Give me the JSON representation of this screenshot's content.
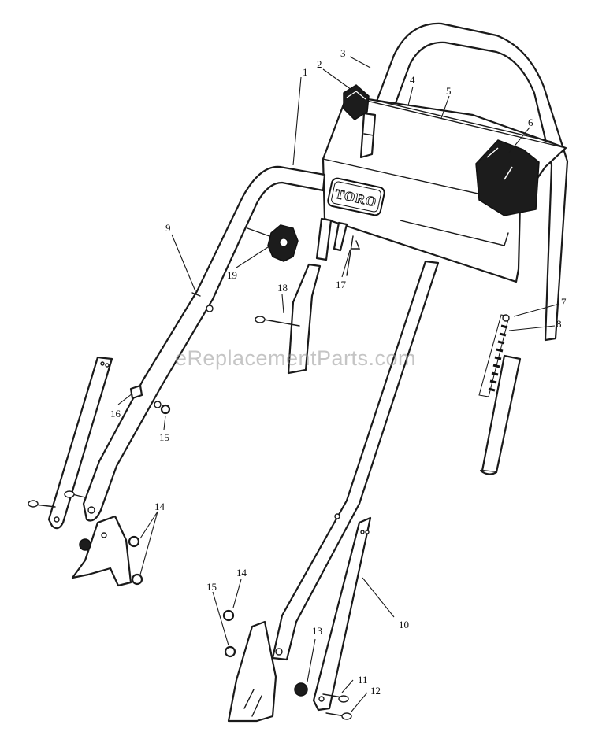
{
  "brand_logo_text": "TORO",
  "watermark": "eReplacementParts.com",
  "callouts": [
    "1",
    "2",
    "3",
    "4",
    "5",
    "6",
    "7",
    "8",
    "9",
    "10",
    "11",
    "12",
    "13",
    "14",
    "14",
    "15",
    "15",
    "16",
    "17",
    "18",
    "19"
  ]
}
